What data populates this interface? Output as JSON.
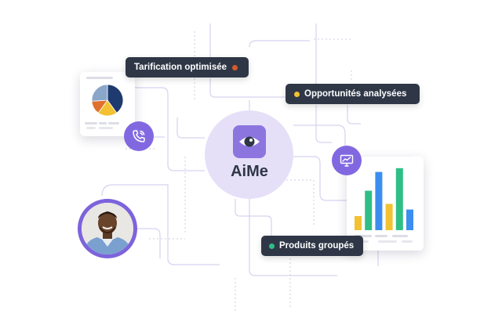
{
  "center": {
    "brand": "AiMe",
    "logo_icon": "eye-icon"
  },
  "labels": {
    "pricing": "Tarification optimisée",
    "opportunities": "Opportunités analysées",
    "products": "Produits groupés"
  },
  "icons": {
    "phone": "phone-call-icon",
    "monitor": "monitor-chart-icon"
  },
  "colors": {
    "accent": "#8268e0",
    "pill_bg": "#2f3747",
    "dot_pricing": "#d55a2a",
    "dot_opportunities": "#f2c233",
    "dot_products": "#2fbf86"
  },
  "pie_chart": {
    "slices": [
      40,
      20,
      14,
      26
    ]
  },
  "bar_chart": {
    "values": [
      15,
      42,
      62,
      28,
      66,
      22
    ]
  }
}
